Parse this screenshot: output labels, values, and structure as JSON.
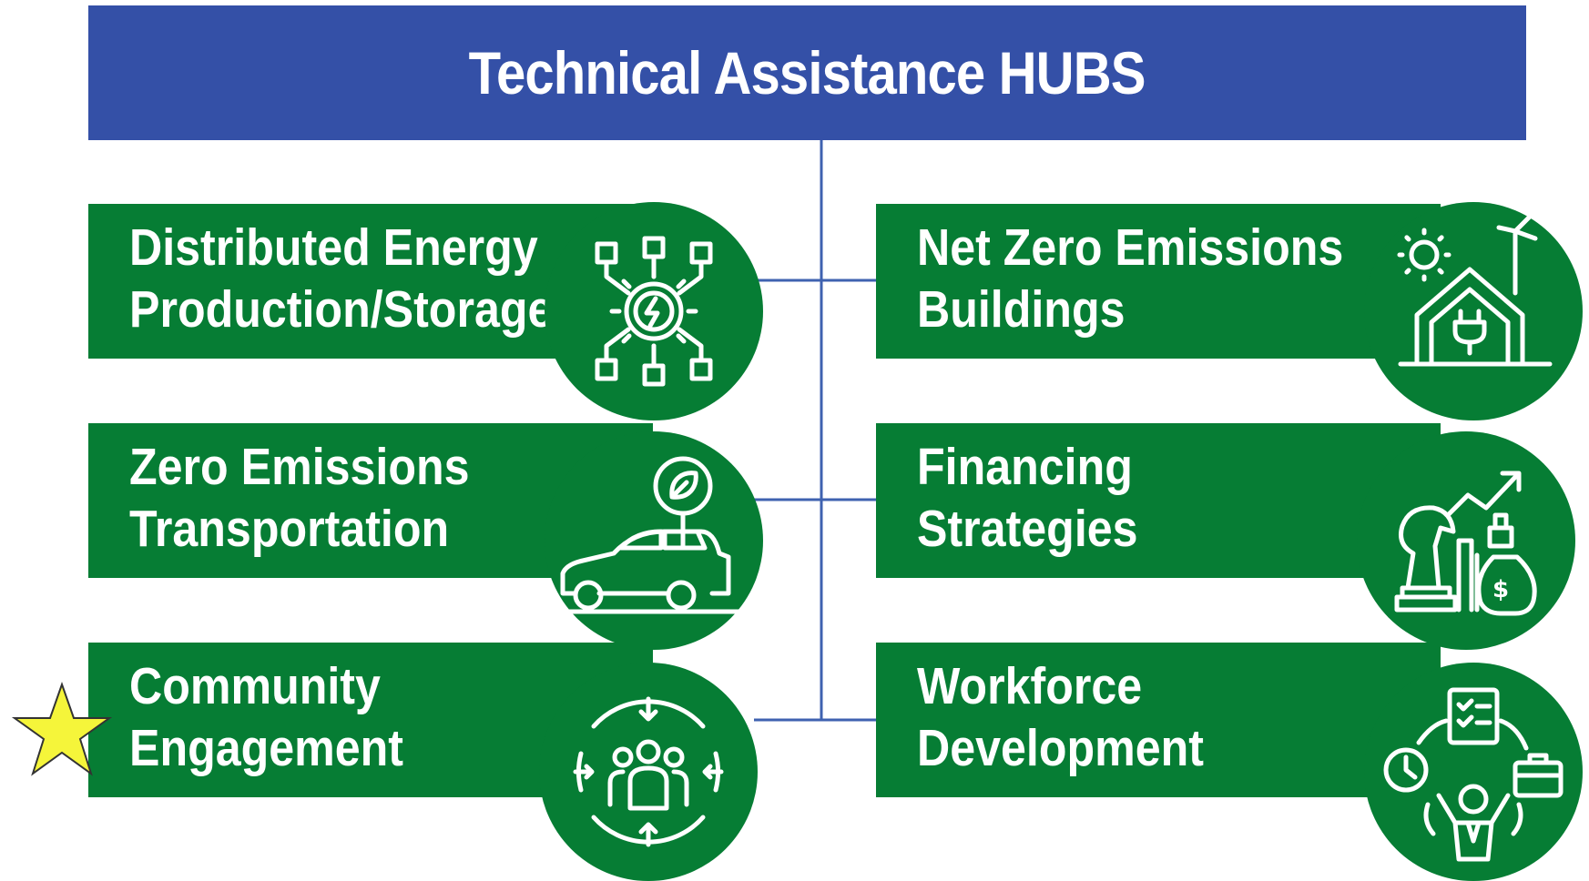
{
  "header": {
    "title": "Technical Assistance HUBS"
  },
  "colors": {
    "header_bg": "#3450a7",
    "card_bg": "#067d34",
    "connector": "#3f62b0",
    "star": "#f5f53a"
  },
  "hubs": [
    {
      "line1": "Distributed Energy",
      "line2": "Production/Storage",
      "icon": "energy-network-gear-icon"
    },
    {
      "line1": "Zero Emissions",
      "line2": "Transportation",
      "icon": "electric-car-leaf-icon"
    },
    {
      "line1": "Community",
      "line2": "Engagement",
      "icon": "community-cycle-icon",
      "starred": true
    },
    {
      "line1": "Net Zero Emissions",
      "line2": "Buildings",
      "icon": "green-house-wind-sun-icon"
    },
    {
      "line1": "Financing",
      "line2": "Strategies",
      "icon": "financing-strategy-icon"
    },
    {
      "line1": "Workforce",
      "line2": "Development",
      "icon": "workforce-development-icon"
    }
  ]
}
